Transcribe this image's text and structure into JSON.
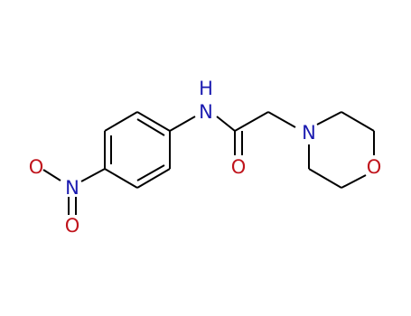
{
  "molecule": {
    "atoms": {
      "n_amide": {
        "symbol": "N",
        "color": "#1a1ab0"
      },
      "h_amide": {
        "symbol": "H",
        "color": "#1a1ab0"
      },
      "o_carbonyl": {
        "symbol": "O",
        "color": "#c0141c"
      },
      "n_morpholine": {
        "symbol": "N",
        "color": "#1a1ab0"
      },
      "o_morpholine": {
        "symbol": "O",
        "color": "#c0141c"
      },
      "n_nitro": {
        "symbol": "N",
        "color": "#1a1ab0"
      },
      "o_nitro_upper": {
        "symbol": "O",
        "color": "#c0141c"
      },
      "o_nitro_lower": {
        "symbol": "O",
        "color": "#c0141c"
      }
    },
    "bond_color": "#000000"
  }
}
